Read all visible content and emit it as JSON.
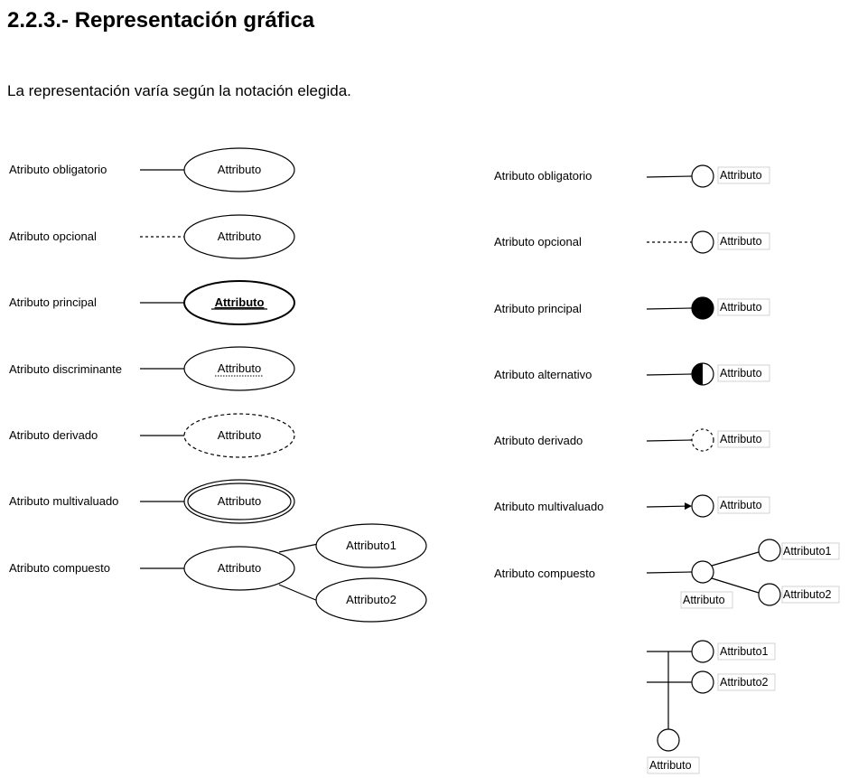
{
  "page": {
    "title": "2.2.3.- Representación gráfica",
    "intro": "La representación varía según la notación elegida."
  },
  "chen": {
    "rows": [
      {
        "label": "Atributo obligatorio",
        "attr": "Attributo"
      },
      {
        "label": "Atributo opcional",
        "attr": "Attributo"
      },
      {
        "label": "Atributo principal",
        "attr": "Attributo"
      },
      {
        "label": "Atributo discriminante",
        "attr": "Attributo"
      },
      {
        "label": "Atributo derivado",
        "attr": "Attributo"
      },
      {
        "label": "Atributo multivaluado",
        "attr": "Attributo"
      },
      {
        "label": "Atributo compuesto",
        "attr": "Attributo"
      }
    ],
    "compound_children": [
      "Attributo1",
      "Attributo2"
    ]
  },
  "circle": {
    "rows": [
      {
        "label": "Atributo obligatorio",
        "attr": "Attributo"
      },
      {
        "label": "Atributo opcional",
        "attr": "Attributo"
      },
      {
        "label": "Atributo principal",
        "attr": "Attributo"
      },
      {
        "label": "Atributo alternativo",
        "attr": "Attributo"
      },
      {
        "label": "Atributo derivado",
        "attr": "Attributo"
      },
      {
        "label": "Atributo multivaluado",
        "attr": "Attributo"
      },
      {
        "label": "Atributo compuesto",
        "attr": "Attributo"
      }
    ],
    "compound_children": [
      "Attributo1",
      "Attributo2"
    ],
    "vertical": {
      "children": [
        "Attributo1",
        "Attributo2"
      ],
      "attr": "Attributo"
    }
  }
}
